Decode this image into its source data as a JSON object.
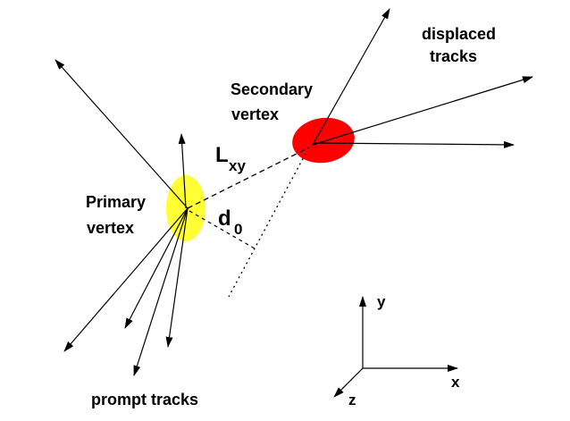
{
  "labels": {
    "displaced_line1": "displaced",
    "displaced_line2": "tracks",
    "secondary_line1": "Secondary",
    "secondary_line2": "vertex",
    "primary_line1": "Primary",
    "primary_line2": "vertex",
    "lxy_main": "L",
    "lxy_sub": "xy",
    "d0_main": "d",
    "d0_sub": "0",
    "prompt": "prompt tracks",
    "axis_y": "y",
    "axis_x": "x",
    "axis_z": "z"
  },
  "colors": {
    "primary_vertex": "#ffff33",
    "secondary_vertex": "#ff0000",
    "ink": "#000000"
  }
}
